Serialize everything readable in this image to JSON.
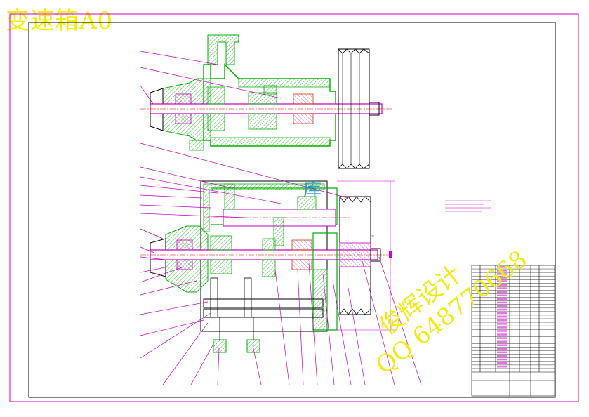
{
  "title": "变速箱A0",
  "watermark": {
    "studio": "俊辉设计",
    "qq": "QQ 648770668",
    "logo_text": "库",
    "url_text": "m"
  },
  "colors": {
    "frame": "#d000d0",
    "housing": "#00c000",
    "shaft": "#d000d0",
    "hatch": "#00a000",
    "centerline": "#e00000",
    "watermark": "#f0ec10",
    "logo": "#1a8ad4"
  },
  "legend_heading": "",
  "parts_list_rows": 30
}
